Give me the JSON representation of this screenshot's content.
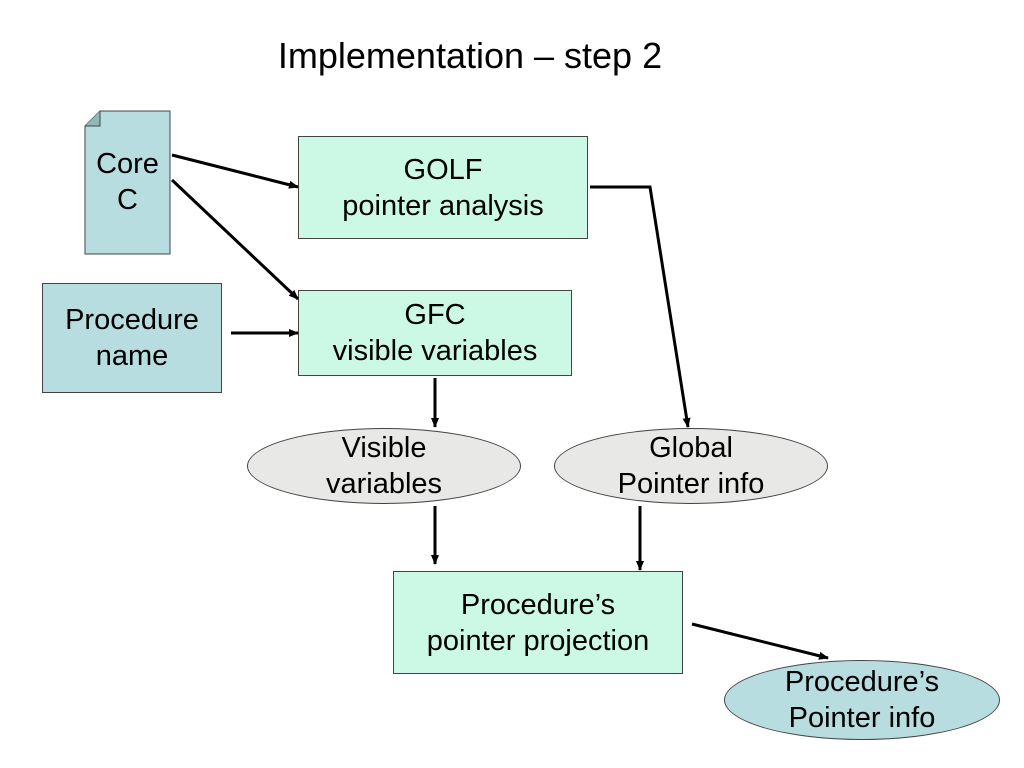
{
  "slide": {
    "title": "Implementation – step 2"
  },
  "nodes": {
    "core_c": {
      "line1": "Core",
      "line2": "C"
    },
    "procedure_name": {
      "line1": "Procedure",
      "line2": "name"
    },
    "golf": {
      "line1": "GOLF",
      "line2": "pointer analysis"
    },
    "gfc": {
      "line1": "GFC",
      "line2": "visible variables"
    },
    "visible_variables": {
      "line1": "Visible",
      "line2": "variables"
    },
    "global_pointer_info": {
      "line1": "Global",
      "line2": "Pointer info"
    },
    "projection": {
      "line1": "Procedure’s",
      "line2": "pointer projection"
    },
    "procedure_pointer_info": {
      "line1": "Procedure’s",
      "line2": "Pointer info"
    }
  },
  "colors": {
    "process_fill": "#ccf9e6",
    "input_fill": "#b8dde0",
    "data_fill": "#e8e8e6",
    "output_fill": "#b8dde0",
    "stroke": "#000000"
  }
}
